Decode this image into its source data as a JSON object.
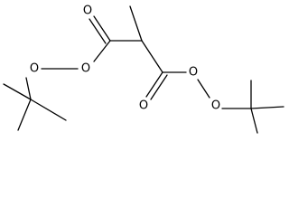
{
  "molecule": {
    "atoms": {
      "o_carbonyl_top": "O",
      "o_peroxy_left_1": "O",
      "o_peroxy_left_2": "O",
      "o_carbonyl_bottom": "O",
      "o_peroxy_right_1": "O",
      "o_peroxy_right_2": "O"
    }
  }
}
